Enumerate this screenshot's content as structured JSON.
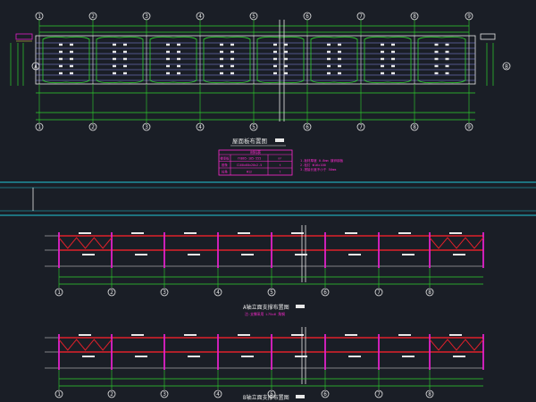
{
  "colors": {
    "background": "#1a1e26",
    "dim_green": "#2fd22f",
    "axis_white": "#e8e8e8",
    "beam_red": "#e0202a",
    "column_magenta": "#e020c8",
    "deck_violet": "#8c8cf0",
    "label_yellow": "#e8e040",
    "title_magenta": "#ff2ad0",
    "cyan": "#22c8d8"
  },
  "plan": {
    "grid_axes": [
      "1",
      "2",
      "3",
      "4",
      "5",
      "6",
      "7",
      "8",
      "9"
    ],
    "row_axes": [
      "A",
      "B"
    ],
    "title": "屋面板布置图"
  },
  "table": {
    "header": "材料表",
    "rows": [
      [
        "楼承板",
        "YXB65-185-555",
        "m²"
      ],
      [
        "檩条",
        "C160x60x20x2.5",
        "t"
      ],
      [
        "拉条",
        "Φ12",
        "t"
      ]
    ]
  },
  "notes": {
    "lines": [
      "1.板材厚度 0.8mm 镀锌钢板",
      "2.栓钉 Φ16x100",
      "3.搭接长度不小于 50mm"
    ]
  },
  "elevations": [
    {
      "title": "A轴立面支撑布置图",
      "subtitle": "注:支撑采用 L75x6 角钢",
      "axes": [
        "1",
        "2",
        "3",
        "4",
        "5",
        "6",
        "7",
        "8"
      ]
    },
    {
      "title": "B轴立面支撑布置图",
      "subtitle": "",
      "axes": [
        "1",
        "2",
        "3",
        "4",
        "5",
        "6",
        "7",
        "8"
      ]
    }
  ]
}
